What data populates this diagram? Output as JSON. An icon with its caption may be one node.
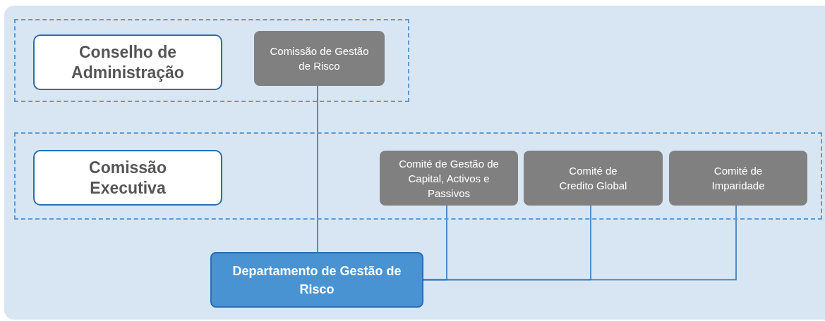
{
  "diagram": {
    "nodes": [
      {
        "text": [],
        "shape": "box"
      },
      {
        "text": [
          "Conselho de Administração"
        ],
        "in": 0
      },
      {
        "text": [
          "Comissão de Gestão de Risco"
        ],
        "in": 0
      },
      {
        "text": [],
        "shape": "box"
      },
      {
        "text": [
          "Comissão Executiva"
        ],
        "in": 3
      },
      {
        "text": [
          "Comité de Gestão de Capital, Activos e Passivos"
        ],
        "in": 3
      },
      {
        "text": [
          "Comité de Credito Global"
        ],
        "in": 3
      },
      {
        "text": [
          "Comité de Imparidade"
        ],
        "in": 3
      },
      {
        "text": [
          "Departamento de Gestão de Risco"
        ]
      }
    ],
    "edges": [
      {
        "from": 2,
        "to": 8,
        "arrow": "none"
      },
      {
        "from": 5,
        "to": 8,
        "arrow": "none"
      },
      {
        "from": 6,
        "to": 8,
        "arrow": "none"
      },
      {
        "from": 7,
        "to": 8,
        "arrow": "none"
      }
    ]
  }
}
